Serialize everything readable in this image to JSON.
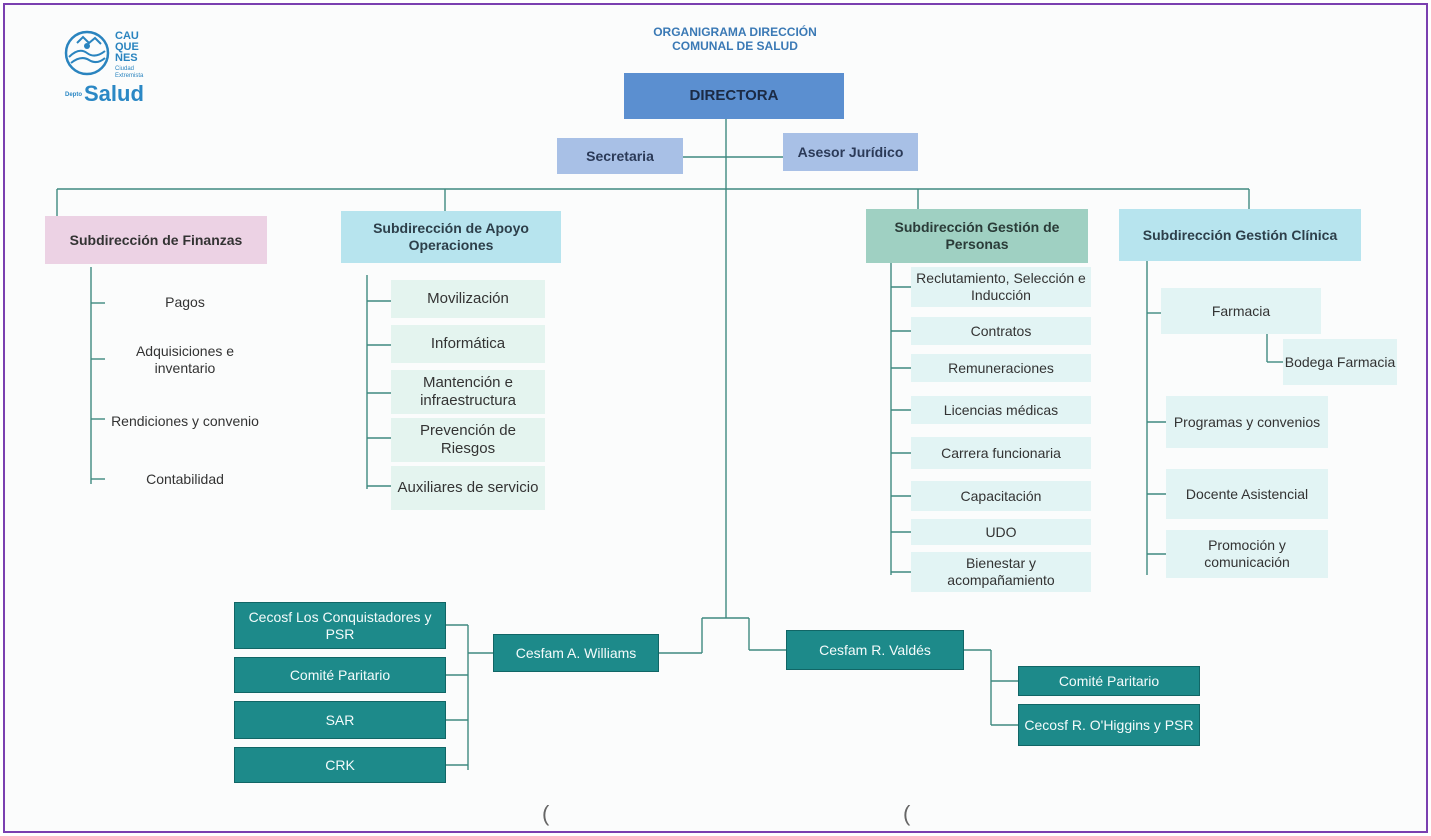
{
  "title_lines": [
    "ORGANIGRAMA DIRECCIÓN",
    "COMUNAL DE SALUD"
  ],
  "logo": {
    "brand_lines": [
      "CAU",
      "QUE",
      "NES"
    ],
    "tagline": "Ciudad Extremista",
    "side": "Depto",
    "salud": "Salud",
    "icon": "landscape-emblem-icon"
  },
  "director": "DIRECTORA",
  "staff": {
    "secretaria": "Secretaria",
    "asesor": "Asesor Jurídico"
  },
  "finanzas": {
    "header": "Subdirección de Finanzas",
    "items": [
      "Pagos",
      "Adquisiciones e inventario",
      "Rendiciones y convenio",
      "Contabilidad"
    ]
  },
  "apoyo": {
    "header": "Subdirección de Apoyo Operaciones",
    "items": [
      "Movilización",
      "Informática",
      "Mantención e infraestructura",
      "Prevención de Riesgos",
      "Auxiliares de servicio"
    ]
  },
  "personas": {
    "header": "Subdirección Gestión de Personas",
    "items": [
      "Reclutamiento, Selección e Inducción",
      "Contratos",
      "Remuneraciones",
      "Licencias médicas",
      "Carrera funcionaria",
      "Capacitación",
      "UDO",
      "Bienestar y acompañamiento"
    ]
  },
  "clinica": {
    "header": "Subdirección Gestión Clínica",
    "items": [
      "Farmacia",
      "Bodega Farmacia",
      "Programas y convenios",
      "Docente Asistencial",
      "Promoción y comunicación"
    ]
  },
  "williams": {
    "label": "Cesfam A. Williams",
    "children": [
      "Cecosf Los Conquistadores y PSR",
      "Comité Paritario",
      "SAR",
      "CRK"
    ]
  },
  "valdes": {
    "label": "Cesfam R. Valdés",
    "children": [
      "Comité Paritario",
      "Cecosf R. O'Higgins y PSR"
    ]
  },
  "parens": [
    "(",
    "("
  ],
  "colors": {
    "frame": "#7a3fb0",
    "director": "#5b8fd0",
    "staff": "#a8c0e6",
    "finanzas": "#ecd2e4",
    "apoyo": "#b7e4ee",
    "personas": "#9fd0c2",
    "cesfam": "#1d8a8a",
    "line": "#3f8a80"
  }
}
